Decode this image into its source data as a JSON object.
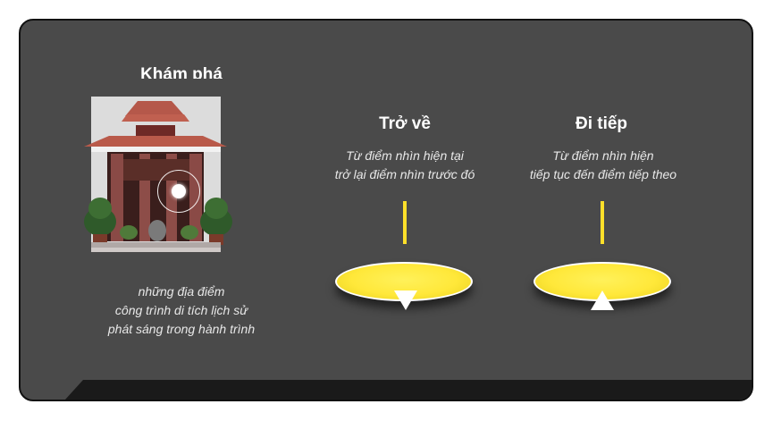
{
  "explore": {
    "title": "Khám phá",
    "description": "những địa điểm\ncông trình di tích lịch sử\nphát sáng trong hành trình"
  },
  "back": {
    "title": "Trở về",
    "description": "Từ điểm nhìn hiện tại\ntrở lại điểm nhìn trước đó"
  },
  "forward": {
    "title": "Đi tiếp",
    "description": "Từ điểm nhìn hiện\ntiếp tục đến điểm tiếp theo"
  },
  "colors": {
    "panel": "#4a4a4a",
    "accent_yellow": "#ffe83a",
    "text": "#ffffff"
  },
  "icons": {
    "back_control": "triangle-down-icon",
    "forward_control": "triangle-up-icon",
    "explore_marker": "target-dot-icon"
  }
}
